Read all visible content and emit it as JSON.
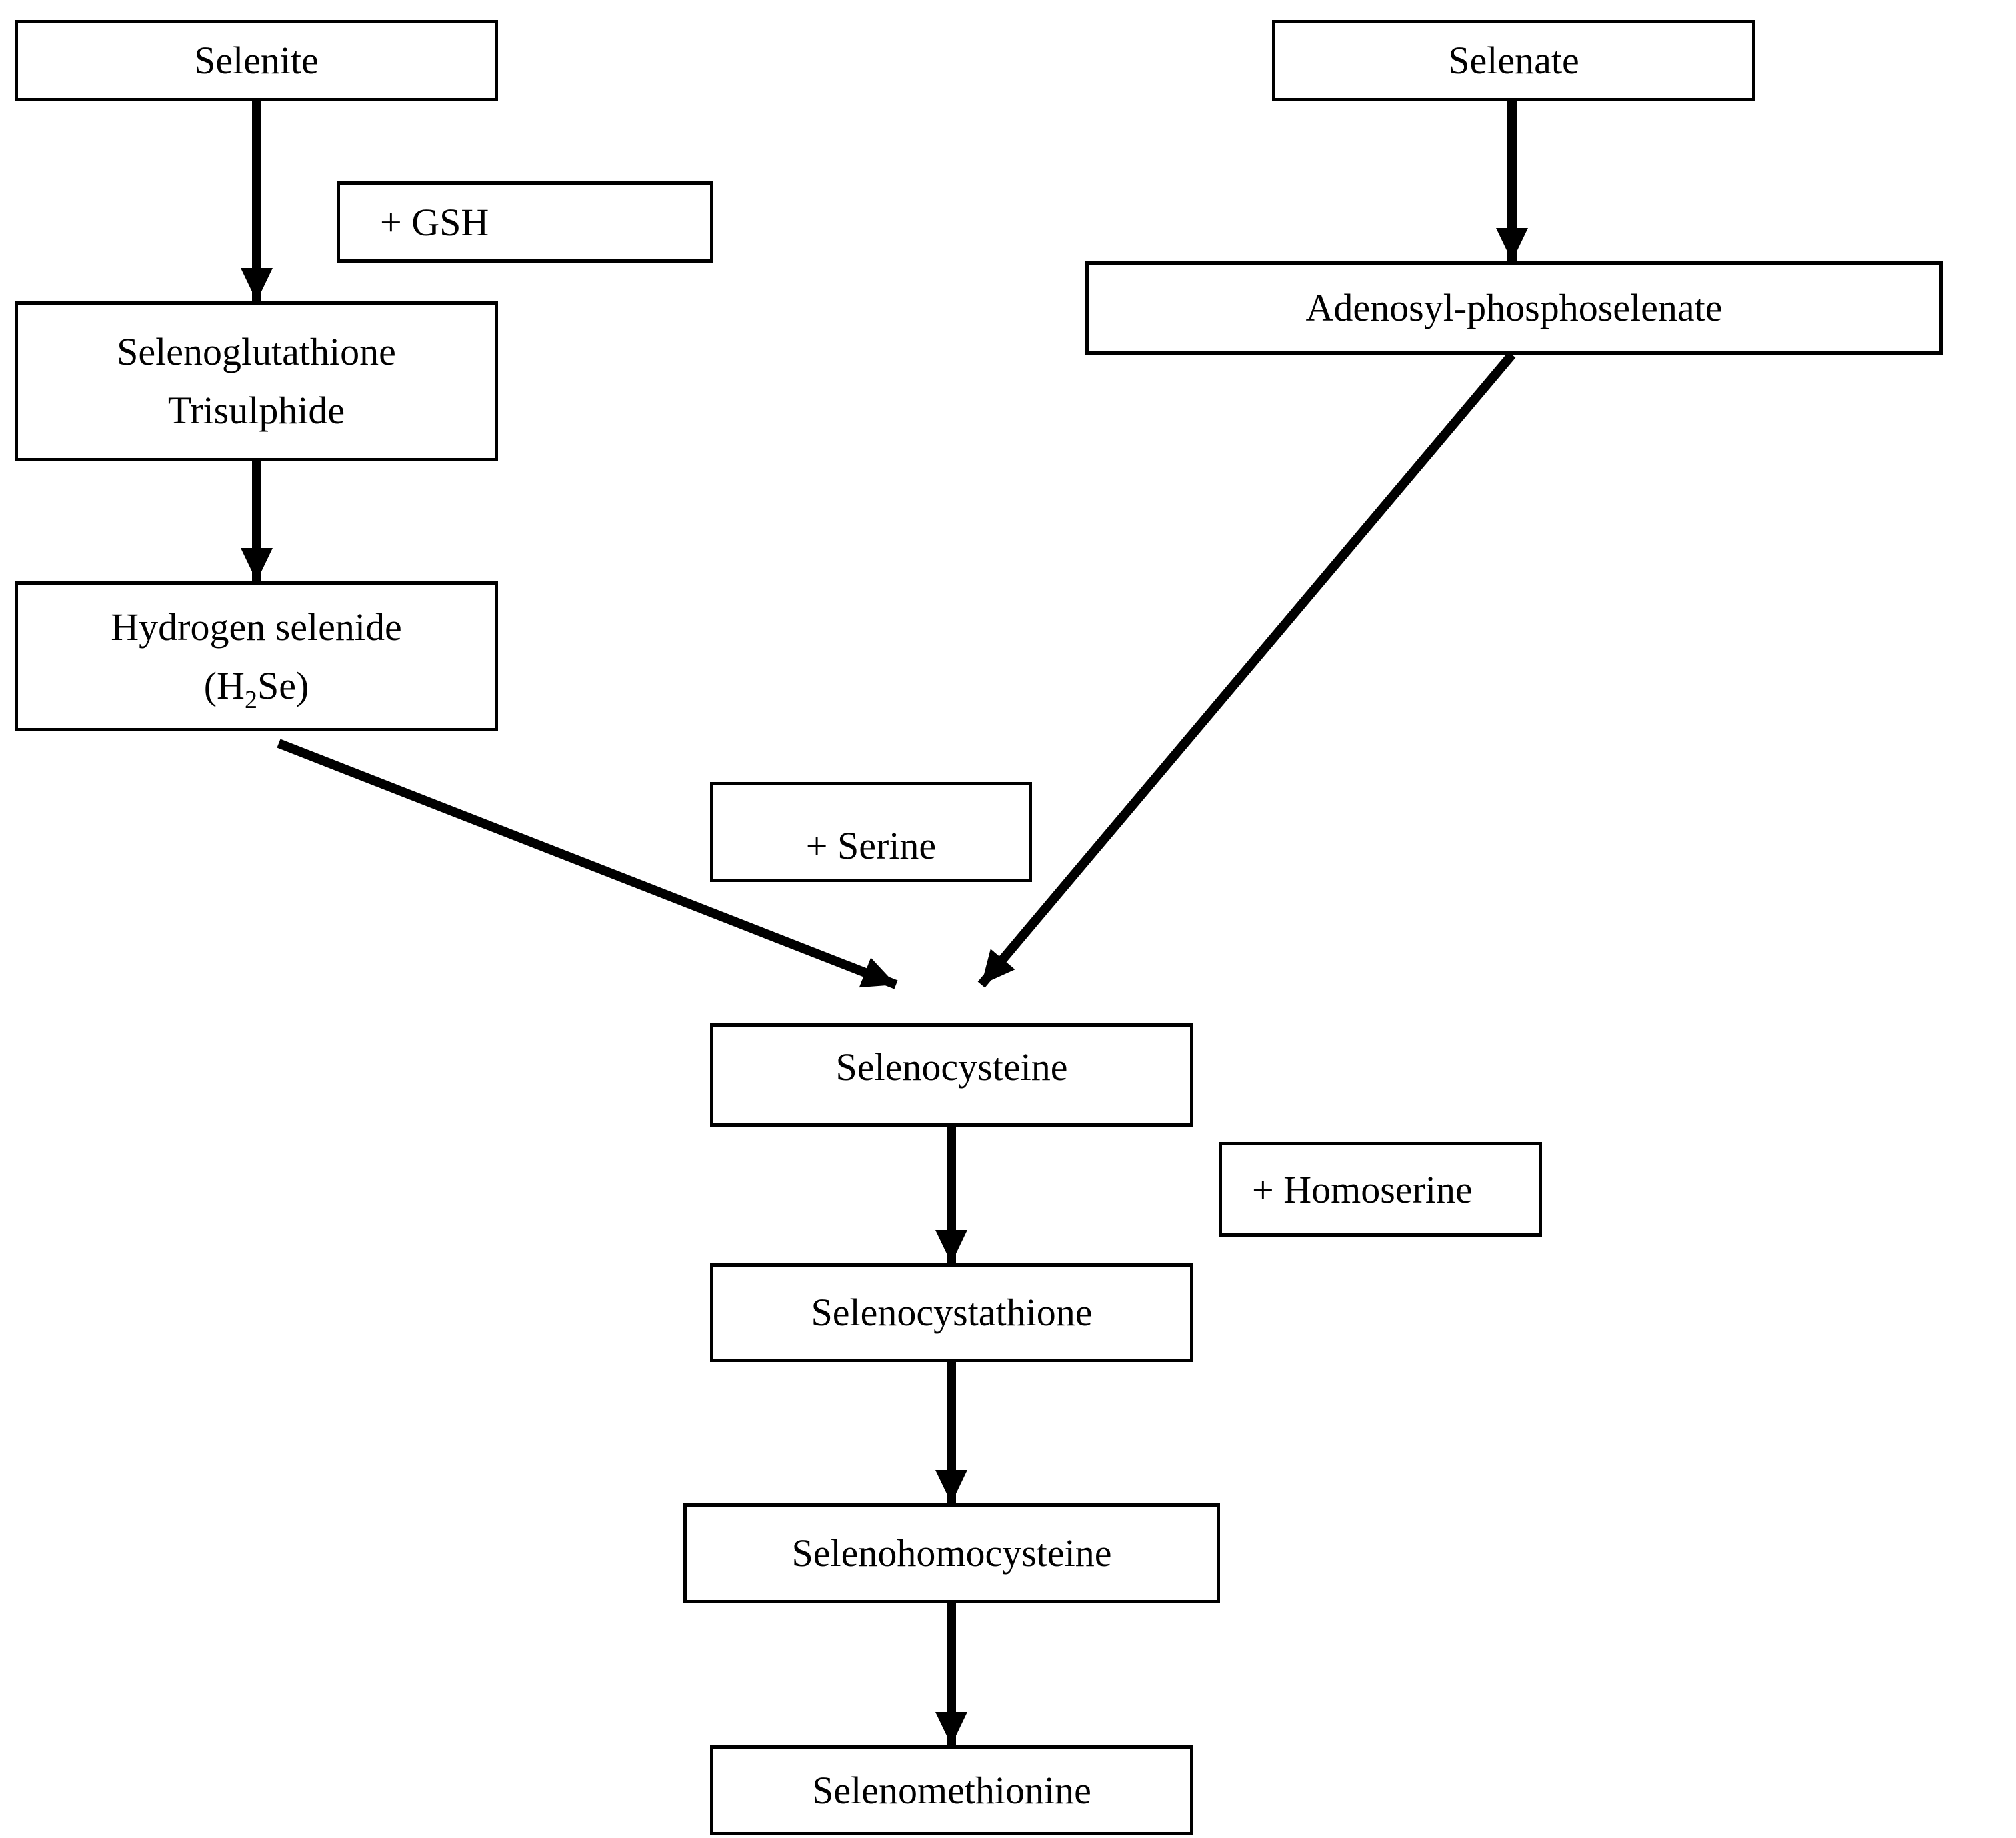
{
  "nodes": {
    "selenite": "Selenite",
    "selenate": "Selenate",
    "selenoglutathione_line1": "Selenoglutathione",
    "selenoglutathione_line2": "Trisulphide",
    "adenosyl": "Adenosyl-phosphoselenate",
    "hydrogen_selenide_line1": "Hydrogen selenide",
    "h2se_open": "(H",
    "h2se_sub": "2",
    "h2se_close": "Se)",
    "selenocysteine": "Selenocysteine",
    "selenocystathione": "Selenocystathione",
    "selenohomocysteine": "Selenohomocysteine",
    "selenomethionine": "Selenomethionine"
  },
  "reagents": {
    "gsh": "+ GSH",
    "serine": "+ Serine",
    "homoserine": "+ Homoserine"
  },
  "colors": {
    "line": "#000000",
    "background": "#ffffff"
  }
}
